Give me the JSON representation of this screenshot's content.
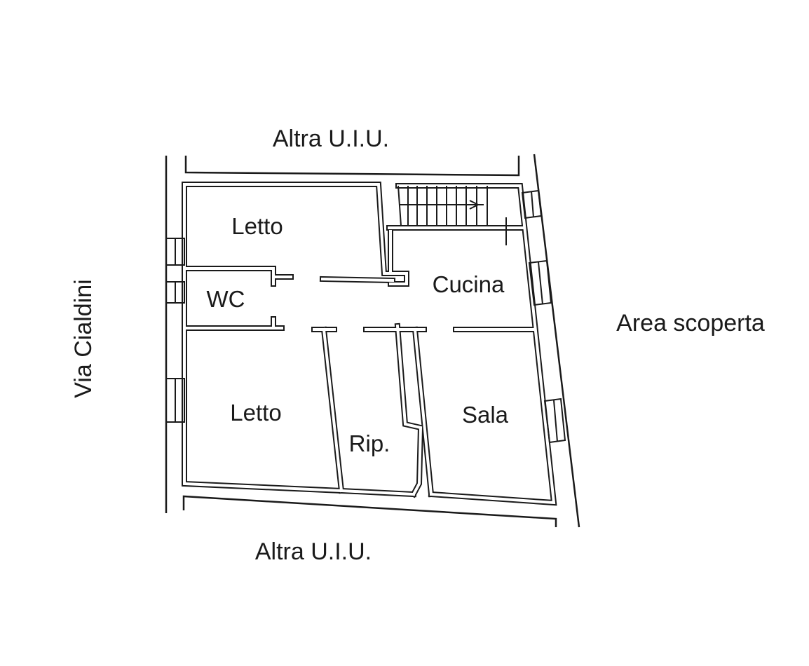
{
  "plan": {
    "context_labels": {
      "top_neighbor": "Altra U.I.U.",
      "bottom_neighbor": "Altra U.I.U.",
      "street": "Via Cialdini",
      "open_area": "Area scoperta"
    },
    "rooms": [
      {
        "name": "Letto"
      },
      {
        "name": "WC"
      },
      {
        "name": "Cucina"
      },
      {
        "name": "Letto"
      },
      {
        "name": "Rip."
      },
      {
        "name": "Sala"
      }
    ]
  }
}
